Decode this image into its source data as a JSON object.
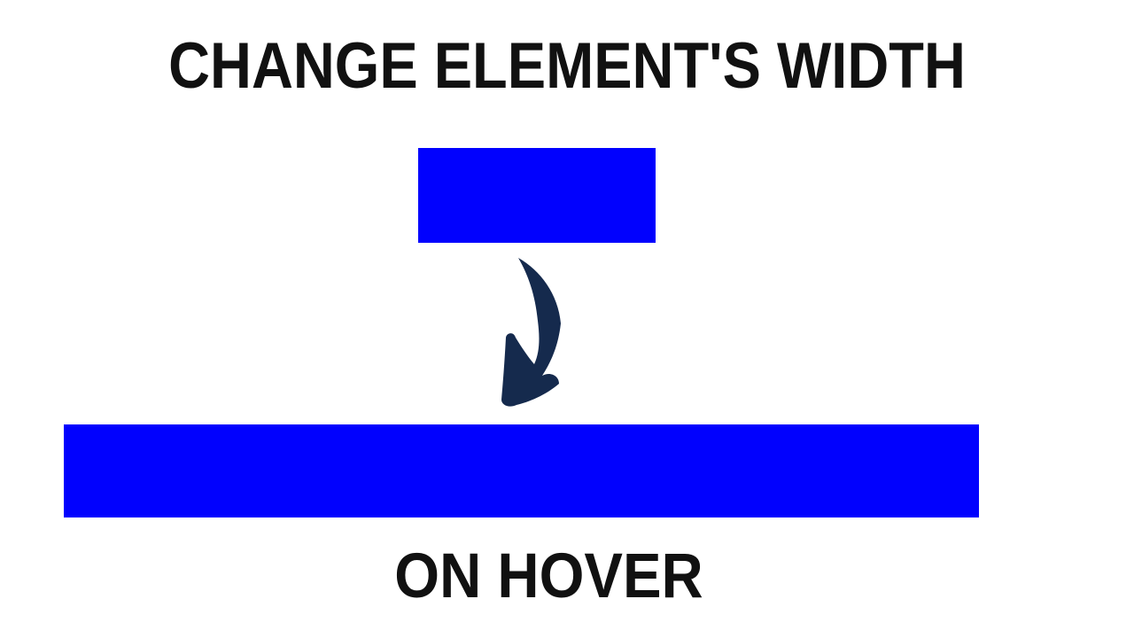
{
  "header": {
    "title": "CHANGE ELEMENT'S WIDTH"
  },
  "footer": {
    "caption": "ON HOVER"
  },
  "demo": {
    "before_box_label": "element at normal width",
    "after_box_label": "element at expanded width",
    "arrow_icon": "curved-down-arrow"
  },
  "colors": {
    "background": "#ffffff",
    "text": "#111111",
    "element_blue": "#0101fe",
    "arrow_navy": "#152a4d"
  }
}
